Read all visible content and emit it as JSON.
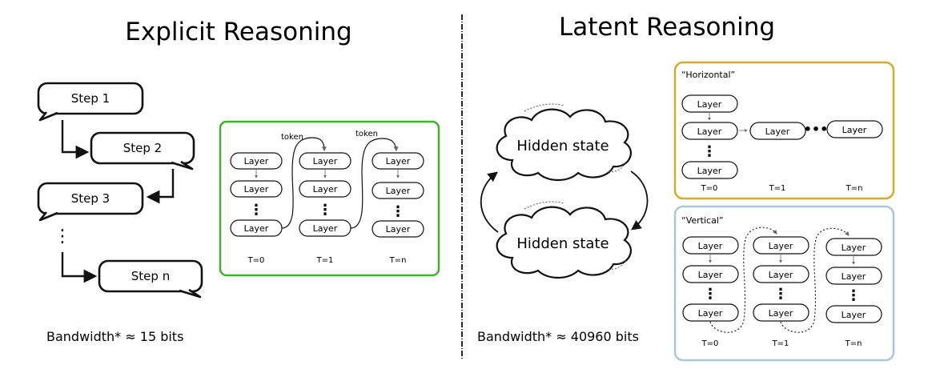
{
  "explicit": {
    "title": "Explicit Reasoning",
    "steps": [
      "Step 1",
      "Step 2",
      "Step 3",
      "Step n"
    ],
    "ellipsis": "⋮",
    "bandwidth": "Bandwidth* ≈ 15 bits",
    "token_label": "token",
    "layer_label": "Layer",
    "time_labels": [
      "T=0",
      "T=1",
      "T=n"
    ],
    "box_color": "#3cb526"
  },
  "latent": {
    "title": "Latent Reasoning",
    "hidden_state": "Hidden state",
    "bandwidth": "Bandwidth* ≈ 40960 bits",
    "horizontal": {
      "label": "“Horizontal”",
      "layer_label": "Layer",
      "time_labels": [
        "T=0",
        "T=1",
        "T=n"
      ],
      "box_color": "#d4ac2a"
    },
    "vertical": {
      "label": "“Vertical”",
      "layer_label": "Layer",
      "time_labels": [
        "T=0",
        "T=1",
        "T=n"
      ],
      "box_color": "#a9c8dc"
    }
  }
}
